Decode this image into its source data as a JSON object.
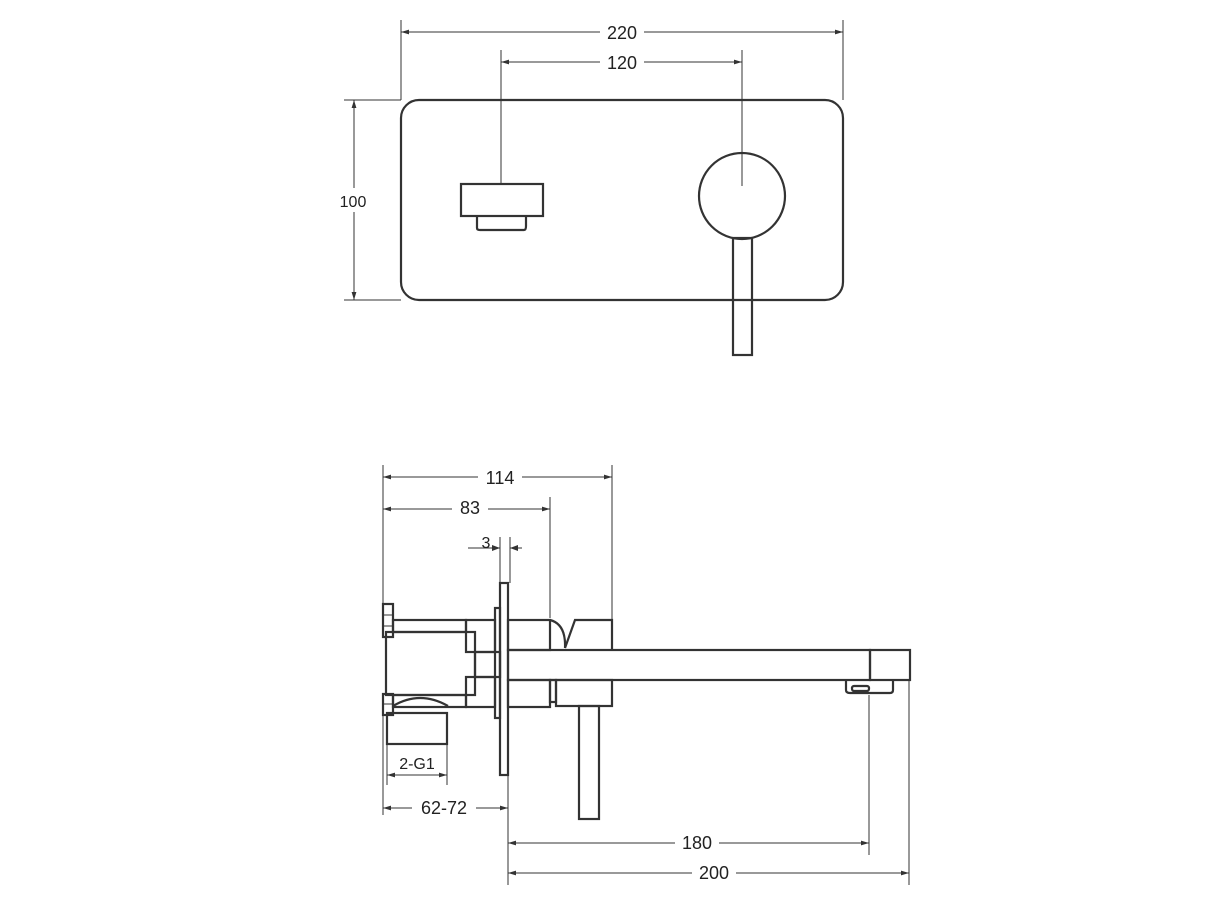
{
  "top_view": {
    "dimensions": {
      "overall_width": "220",
      "spout_to_handle": "120",
      "height": "100"
    }
  },
  "side_view": {
    "dimensions": {
      "to_sleeve_end": "114",
      "to_handle_body": "83",
      "plate_thickness": "3",
      "inlet_thread": "2-G1",
      "wall_depth": "62-72",
      "spout_projection": "180",
      "overall_projection": "200"
    }
  }
}
